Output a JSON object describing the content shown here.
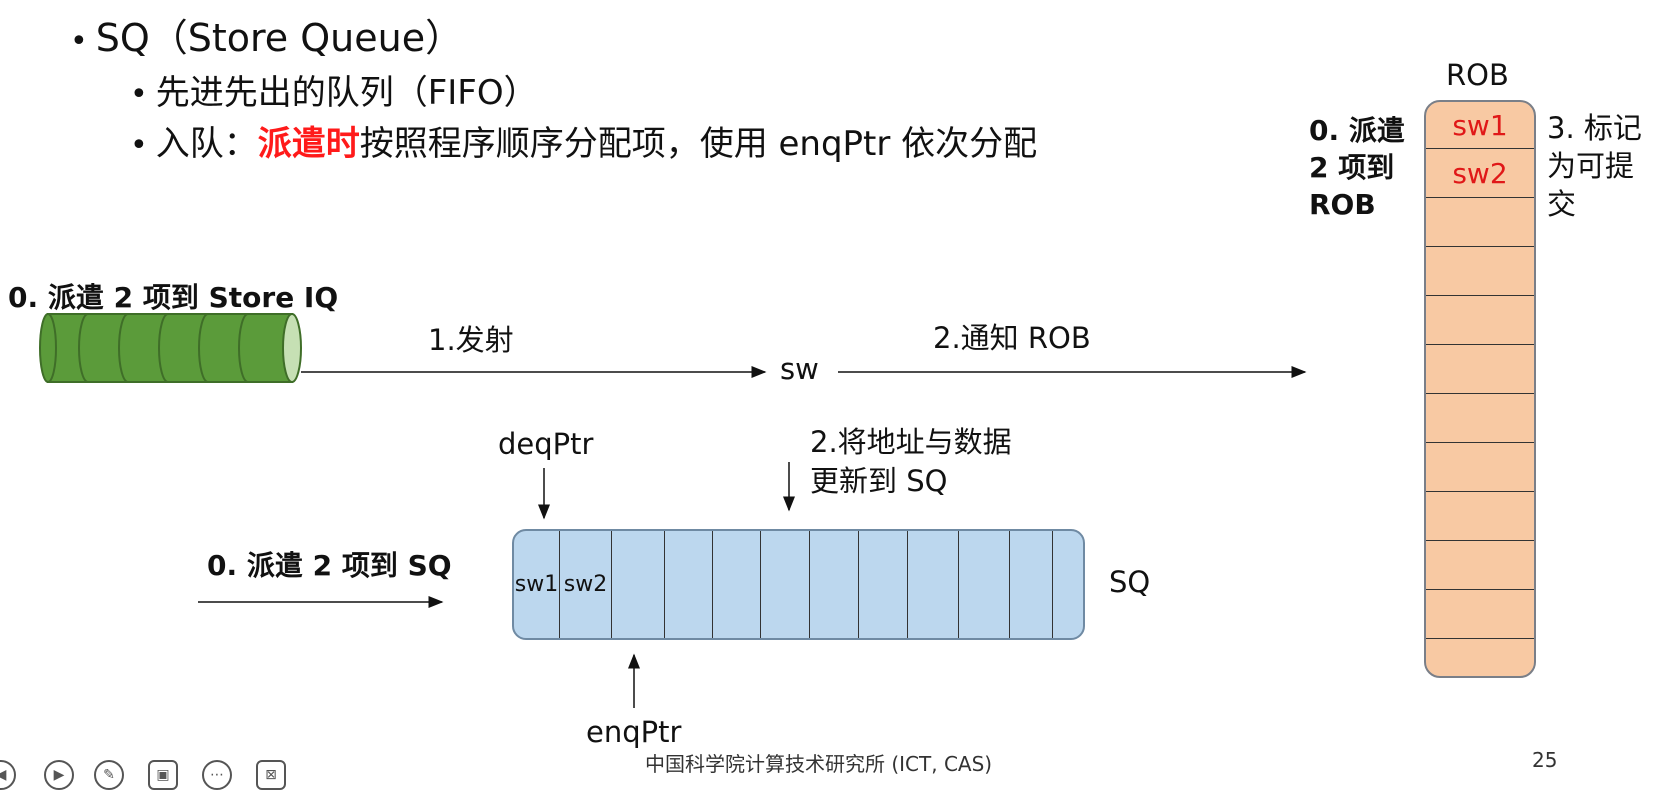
{
  "bullets": {
    "b1": "SQ（Store Queue）",
    "b2": "先进先出的队列（FIFO）",
    "b3_prefix": "入队：",
    "b3_highlight": "派遣时",
    "b3_suffix": "按照程序顺序分配项，使用 enqPtr 依次分配"
  },
  "labels": {
    "dispatch_iq": "0. 派遣 2 项到 Store IQ",
    "issue": "1.发射",
    "sw": "sw",
    "notify_rob": "2.通知 ROB",
    "deqptr": "deqPtr",
    "update_sq_line1": "2.将地址与数据",
    "update_sq_line2": "更新到 SQ",
    "dispatch_sq": "0. 派遣 2 项到 SQ",
    "sq": "SQ",
    "enqptr": "enqPtr",
    "rob_title": "ROB",
    "dispatch_rob_line1": "0. 派遣",
    "dispatch_rob_line2": "2 项到",
    "dispatch_rob_line3": "ROB",
    "mark_line1": "3. 标记",
    "mark_line2": "为可提",
    "mark_line3": "交"
  },
  "sq_cells": [
    "sw1",
    "sw2",
    "",
    "",
    "",
    "",
    "",
    "",
    "",
    "",
    "",
    ""
  ],
  "rob_cells": [
    "sw1",
    "sw2",
    "",
    "",
    "",
    "",
    "",
    "",
    "",
    "",
    "",
    ""
  ],
  "footer": {
    "institute": "中国科学院计算技术研究所 (ICT, CAS)",
    "page": "25"
  },
  "colors": {
    "highlight": "#ff1a1a",
    "iq_fill": "#5b9b3a",
    "sq_fill": "#bcd7ee",
    "rob_fill": "#f8c9a3"
  }
}
